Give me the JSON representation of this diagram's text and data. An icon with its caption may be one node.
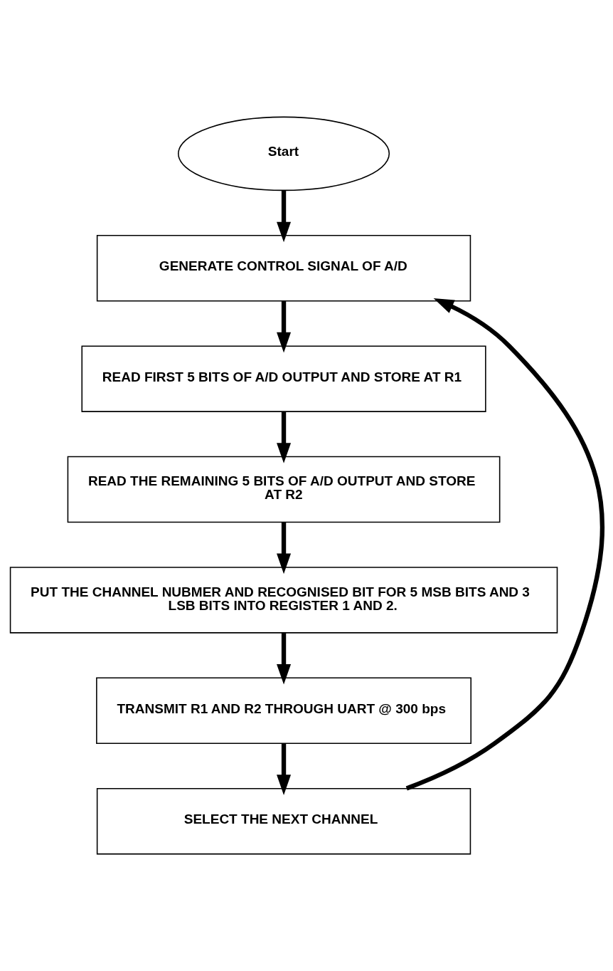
{
  "diagram": {
    "nodes": [
      {
        "text": [
          "Start"
        ]
      },
      {
        "text": [
          "GENERATE CONTROL SIGNAL OF A/D"
        ]
      },
      {
        "text": [
          "READ FIRST 5 BITS OF A/D OUTPUT AND STORE AT R1"
        ]
      },
      {
        "text": [
          "READ THE REMAINING 5 BITS OF A/D OUTPUT AND STORE AT R2"
        ]
      },
      {
        "text": [
          "PUT THE CHANNEL NUBMER AND RECOGNISED BIT FOR 5 MSB BITS AND 3 LSB BITS INTO REGISTER 1 AND 2."
        ]
      },
      {
        "text": [
          "TRANSMIT R1 AND R2 THROUGH UART @ 300 bps"
        ]
      },
      {
        "text": [
          "SELECT THE NEXT CHANNEL"
        ]
      }
    ],
    "edges": [
      {
        "from": 0,
        "to": 1,
        "arrow": "to"
      },
      {
        "from": 1,
        "to": 2,
        "arrow": "to"
      },
      {
        "from": 2,
        "to": 3,
        "arrow": "to"
      },
      {
        "from": 3,
        "to": 4,
        "arrow": "to"
      },
      {
        "from": 4,
        "to": 5,
        "arrow": "to"
      },
      {
        "from": 5,
        "to": 6,
        "arrow": "to"
      },
      {
        "from": 6,
        "to": 1,
        "arrow": "to"
      }
    ]
  }
}
